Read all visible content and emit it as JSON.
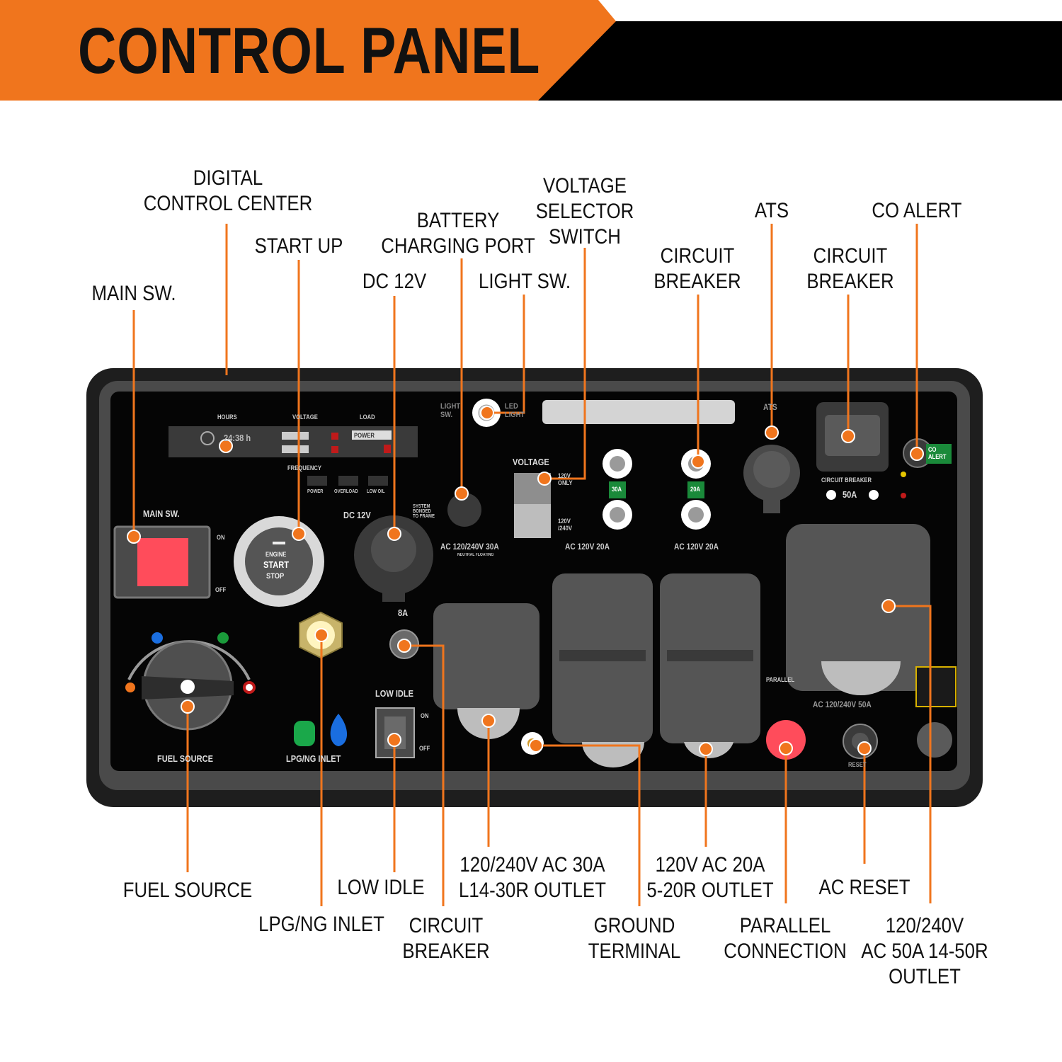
{
  "header": {
    "title": "CONTROL PANEL",
    "accent_color": "#f0751d"
  },
  "callouts": {
    "digital_control_center": [
      "DIGITAL",
      "CONTROL CENTER"
    ],
    "start_up": [
      "START UP"
    ],
    "main_sw": [
      "MAIN SW."
    ],
    "battery_charging_port": [
      "BATTERY",
      "CHARGING PORT"
    ],
    "dc_12v": [
      "DC 12V"
    ],
    "light_sw": [
      "LIGHT SW."
    ],
    "voltage_selector_switch": [
      "VOLTAGE",
      "SELECTOR",
      "SWITCH"
    ],
    "ats": [
      "ATS"
    ],
    "circuit_breaker_top": [
      "CIRCUIT",
      "BREAKER"
    ],
    "circuit_breaker_top_right": [
      "CIRCUIT",
      "BREAKER"
    ],
    "co_alert": [
      "CO ALERT"
    ],
    "fuel_source": [
      "FUEL SOURCE"
    ],
    "lpg_ng_inlet": [
      "LPG/NG INLET"
    ],
    "low_idle": [
      "LOW IDLE"
    ],
    "circuit_breaker_bottom": [
      "CIRCUIT",
      "BREAKER"
    ],
    "l14_30r_outlet": [
      "120/240V AC 30A",
      "L14-30R OUTLET"
    ],
    "ground_terminal": [
      "GROUND",
      "TERMINAL"
    ],
    "r5_20r_outlet": [
      "120V AC 20A",
      "5-20R OUTLET"
    ],
    "parallel_connection": [
      "PARALLEL",
      "CONNECTION"
    ],
    "ac_reset": [
      "AC RESET"
    ],
    "r14_50r_outlet": [
      "120/240V",
      "AC 50A 14-50R",
      "OUTLET"
    ]
  },
  "panel": {
    "hours_label": "HOURS",
    "voltage_label": "VOLTAGE",
    "load_label": "LOAD",
    "hours_value": "24:38 h",
    "frequency_label": "FREQUENCY",
    "power_label": "POWER",
    "indicator_power": "POWER",
    "indicator_overload": "OVERLOAD",
    "indicator_low_oil": "LOW OIL",
    "main_sw_label": "MAIN SW.",
    "on": "ON",
    "off": "OFF",
    "start_lines": [
      "ENGINE",
      "START",
      "STOP"
    ],
    "dc12v_label": "DC 12V",
    "light_sw_label": "LIGHT SW.",
    "led_light_label": "LED LIGHT",
    "voltage_selector_label": "VOLTAGE",
    "v120_only": "120V ONLY",
    "v120_240": "120V /240V",
    "breaker_30a": "30A",
    "breaker_20a": "20A",
    "ats_label": "ATS",
    "circuit_breaker_label": "CIRCUIT BREAKER",
    "breaker_50a": "50A",
    "co_alert_label": "CO ALERT",
    "outlet_30a_label": "AC 120/240V 30A",
    "outlet_20a_label": "AC 120V 20A",
    "outlet_50a_label": "AC 120/240V 50A",
    "neutral_floating": "NEUTRAL FLOATING",
    "breaker_8a": "8A",
    "low_idle_label": "LOW IDLE",
    "fuel_source_label": "FUEL SOURCE",
    "lpg_ng_inlet_label": "LPG/NG INLET",
    "parallel_label": "PARALLEL",
    "reset_label": "RESET",
    "system_bonded": "SYSTEM BONDED TO FRAME"
  }
}
